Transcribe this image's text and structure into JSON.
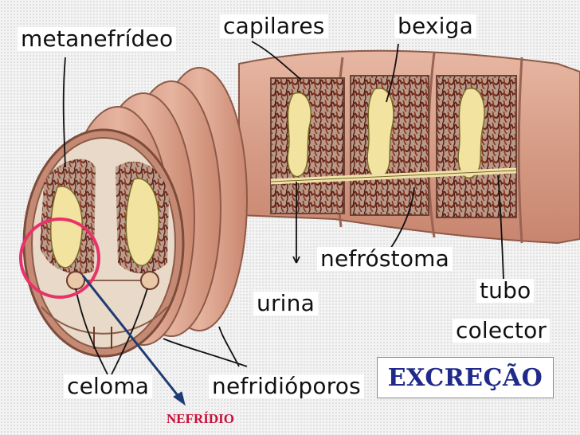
{
  "labels": {
    "metanefrideo": "metanefrídeo",
    "capilares": "capilares",
    "bexiga": "bexiga",
    "nefrostoma": "nefróstoma",
    "urina": "urina",
    "tubo": "tubo",
    "colector": "colector",
    "celoma": "celoma",
    "nefridioporos": "nefridióporos"
  },
  "title": "EXCREÇÃO",
  "highlight_label": "NEFRÍDIO",
  "colors": {
    "title_text": "#1f2a8a",
    "highlight_circle": "#e8336a",
    "highlight_label": "#c8103a",
    "highlight_arrow": "#1f3b73",
    "body_tissue": "#d9a089",
    "nephridium": "#f3e3a0",
    "capillaries": "#7a2a1a"
  }
}
